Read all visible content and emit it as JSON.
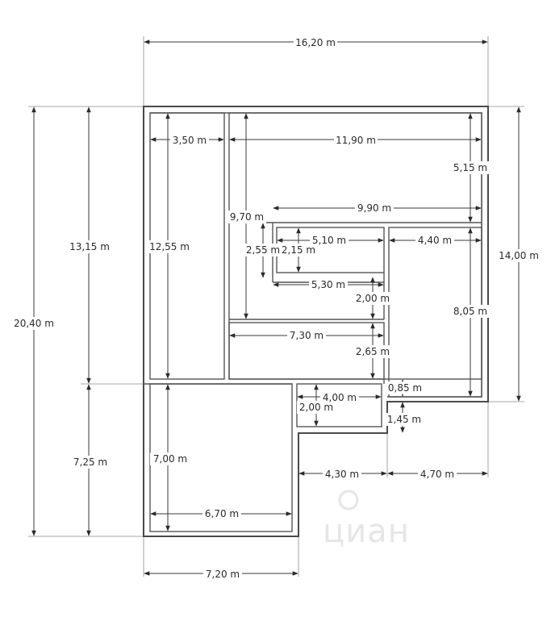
{
  "watermark": "циан",
  "dimensions": {
    "total_width": "16,20 m",
    "total_height": "20,40 m",
    "upper_height": "13,15 m",
    "lower_height": "7,25 m",
    "right_height": "14,00 m",
    "left_room_width": "3,50 m",
    "left_room_height": "12,55 m",
    "top_room_width": "11,90 m",
    "top_room_height": "5,15 m",
    "inner_height": "9,70 m",
    "band_width": "9,90 m",
    "small_room_width": "5,10 m",
    "small_room_height_outer": "2,55 m",
    "small_room_height_inner": "2,15 m",
    "corridor_width": "5,30 m",
    "corridor_height": "2,00 m",
    "right_room_width": "4,40 m",
    "right_room_height": "8,05 m",
    "bottom_room_width": "7,30 m",
    "bottom_room_height": "2,65 m",
    "step_height": "0,85 m",
    "bath_width": "4,00 m",
    "bath_height": "2,00 m",
    "step2_height": "1,45 m",
    "notch_width": "4,30 m",
    "right_notch_width": "4,70 m",
    "lower_room_height": "7,00 m",
    "lower_room_width": "6,70 m",
    "lower_outer_width": "7,20 m"
  }
}
